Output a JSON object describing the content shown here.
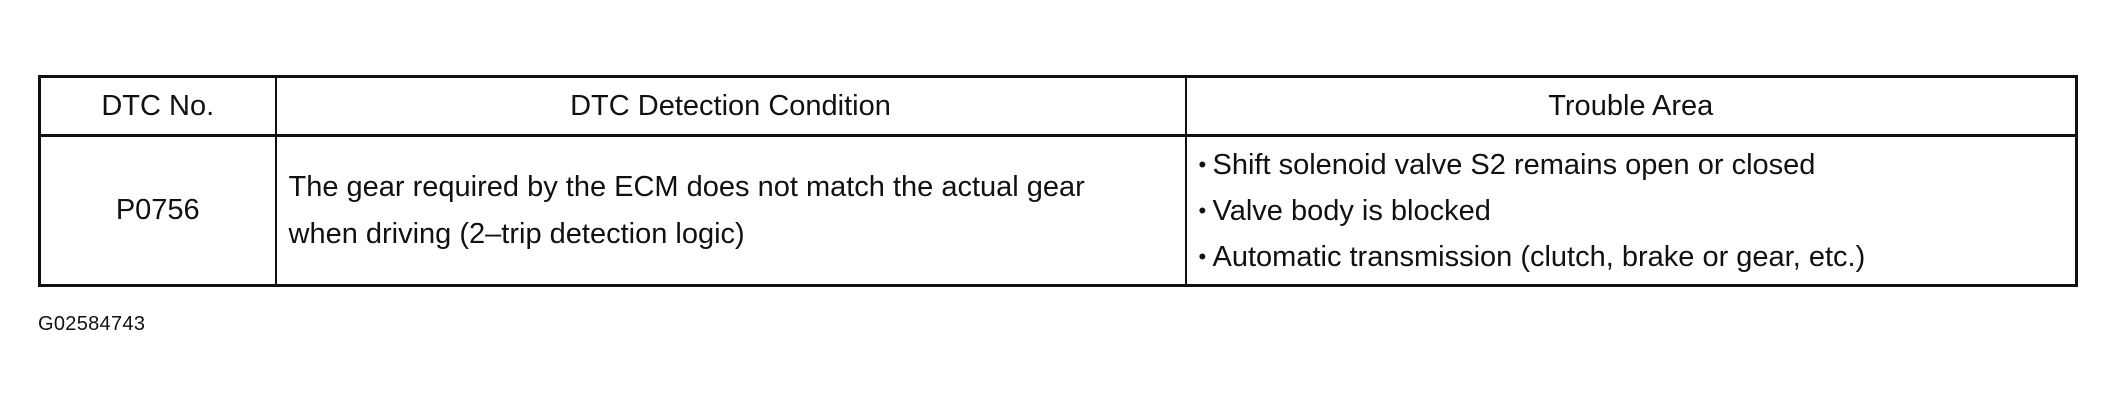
{
  "table": {
    "headers": {
      "dtc_no": "DTC No.",
      "detection_condition": "DTC Detection Condition",
      "trouble_area": "Trouble Area"
    },
    "rows": [
      {
        "dtc_no": "P0756",
        "detection_condition_lines": [
          "The gear required by the ECM does not match the actual gear",
          "when driving (2–trip detection logic)"
        ],
        "trouble_area_items": [
          "Shift solenoid valve S2 remains open or closed",
          "Valve body is blocked",
          "Automatic transmission (clutch, brake or gear, etc.)"
        ]
      }
    ]
  },
  "bullet_glyph": "•",
  "figure_id": "G02584743"
}
